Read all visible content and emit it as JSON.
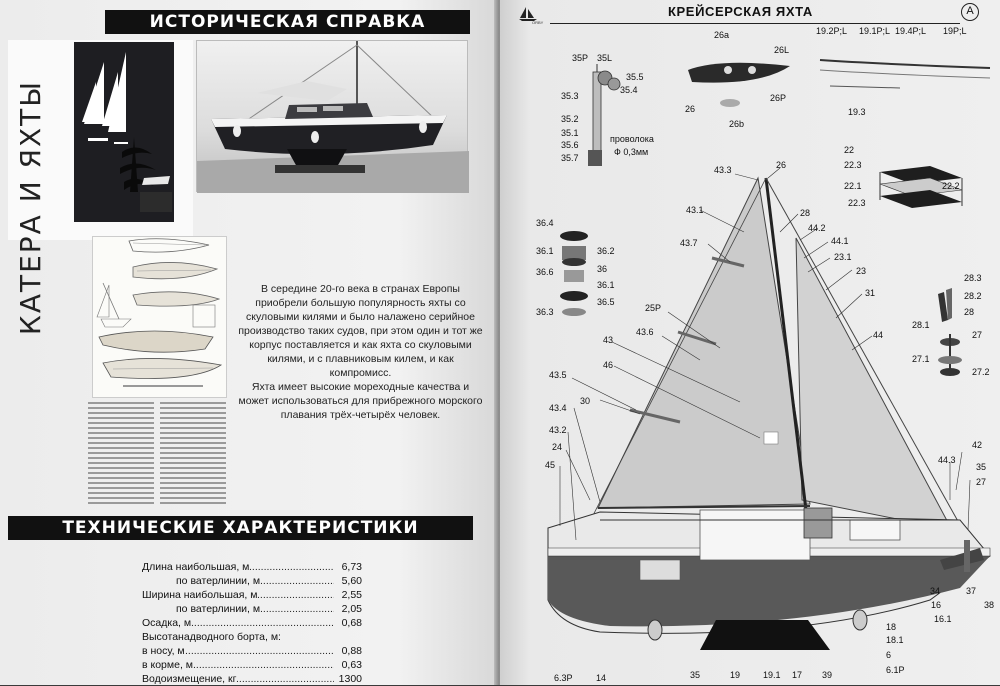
{
  "left_page": {
    "history_heading": "ИСТОРИЧЕСКАЯ СПРАВКА",
    "book_title": "КАТЕРА И ЯХТЫ",
    "intro_paragraphs": [
      "В середине 20-го века в странах Европы приобрели большую популярность яхты со скуловыми килями и было налажено серийное производство таких судов, при этом один и тот же корпус поставляется и как яхта со скуловыми килями, и с плавниковым килем, и как компромисс.",
      "Яхта имеет высокие мореходные качества и может использоваться для прибрежного морского плавания трёх-четырёх человек."
    ],
    "tech_heading": "ТЕХНИЧЕСКИЕ ХАРАКТЕРИСТИКИ",
    "specs": [
      {
        "label": "Длина наибольшая, м",
        "value": "6,73",
        "indent": 0
      },
      {
        "label": "по ватерлинии, м",
        "value": "5,60",
        "indent": 1
      },
      {
        "label": "Ширина наибольшая, м",
        "value": "2,55",
        "indent": 0
      },
      {
        "label": "по ватерлинии, м",
        "value": "2,05",
        "indent": 1
      },
      {
        "label": "Осадка, м",
        "value": "0,68",
        "indent": 0
      },
      {
        "label": "Высотанадводного борта, м:",
        "value": "",
        "indent": 0
      },
      {
        "label": "в носу, м",
        "value": "0,88",
        "indent": 0
      },
      {
        "label": "в корме, м",
        "value": "0,63",
        "indent": 0
      },
      {
        "label": "Водоизмещение, кг",
        "value": "1300",
        "indent": 0
      }
    ]
  },
  "right_page": {
    "title": "КРЕЙСЕРСКАЯ ЯХТА",
    "badge": "A",
    "logo_text": "ORBY",
    "wire_note_1": "проволока",
    "wire_note_2": "Ф 0,3мм",
    "part_labels": {
      "p35P": "35P",
      "p35L": "35L",
      "p35_5": "35.5",
      "p35_4": "35.4",
      "p35_3": "35.3",
      "p35_2": "35.2",
      "p35_1": "35.1",
      "p35_6": "35.6",
      "p35_7": "35.7",
      "p26a": "26a",
      "p26L": "26L",
      "p26P": "26P",
      "p26": "26",
      "p26b": "26b",
      "p19_2PL": "19.2P;L",
      "p19_1PL": "19.1P;L",
      "p19_4PL": "19.4P;L",
      "p19PL": "19P;L",
      "p19_3": "19.3",
      "p22": "22",
      "p22_3": "22.3",
      "p22_1": "22.1",
      "p22_2": "22.2",
      "p22_3b": "22.3",
      "p43_3": "43.3",
      "p26m": "26",
      "p43_1": "43.1",
      "p28": "28",
      "p44_2": "44.2",
      "p44_1": "44.1",
      "p43_7": "43.7",
      "p23_1": "23.1",
      "p23": "23",
      "p31": "31",
      "p36_4": "36.4",
      "p36_1": "36.1",
      "p36_2": "36.2",
      "p36_6": "36.6",
      "p36": "36",
      "p36_1b": "36.1",
      "p36_3": "36.3",
      "p36_5": "36.5",
      "p25P": "25P",
      "p43_6": "43.6",
      "p43": "43",
      "p46": "46",
      "p44": "44",
      "p28_3": "28.3",
      "p28_2": "28.2",
      "p28_1": "28.1",
      "p28b": "28",
      "p27": "27",
      "p27_1": "27.1",
      "p27_2": "27.2",
      "p43_5": "43.5",
      "p30": "30",
      "p43_4": "43.4",
      "p43_2": "43.2",
      "p24": "24",
      "p45": "45",
      "p42": "42",
      "p44_3": "44.3",
      "p27b": "27",
      "p34": "34",
      "p16": "16",
      "p16_1": "16.1",
      "p37": "37",
      "p38": "38",
      "p18": "18",
      "p18_1": "18.1",
      "p6": "6",
      "p6_1P": "6.1P",
      "p6_3P": "6.3P",
      "p14": "14",
      "p35": "35",
      "p19": "19",
      "p19_1": "19.1",
      "p17": "17",
      "p39": "39"
    }
  },
  "colors": {
    "banner_bg": "#111111",
    "sail_grey": "#c9c9c9",
    "hull_dark": "#5a5a5a",
    "page_bg": "#efefef"
  }
}
